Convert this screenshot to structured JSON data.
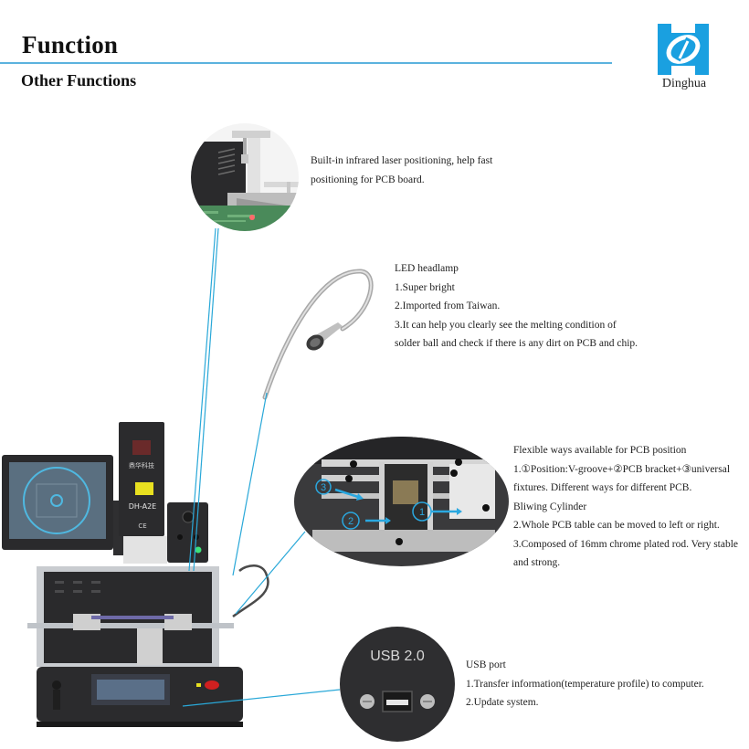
{
  "header": {
    "title": "Function",
    "subtitle": "Other Functions",
    "rule_color": "#5bb2de"
  },
  "logo": {
    "icon": "dinghua-logo-icon",
    "name": "Dinghua",
    "color": "#1aa0e0"
  },
  "machine": {
    "model_label": "DH-A2E",
    "brand_cn": "鼎华科技",
    "ce_mark": "CE"
  },
  "features": [
    {
      "id": "laser",
      "image": "infrared-laser-closeup",
      "lines": [
        "Built-in infrared laser positioning, help fast",
        "positioning for PCB board."
      ]
    },
    {
      "id": "headlamp",
      "image": "led-headlamp-gooseneck",
      "lines": [
        "LED headlamp",
        "1.Super bright",
        "2.Imported from Taiwan.",
        "3.It can help you clearly see the melting condition of",
        "solder ball and check if there is any dirt on PCB and chip."
      ]
    },
    {
      "id": "pcb-position",
      "image": "pcb-fixture-closeup",
      "markers": [
        "①",
        "②",
        "③"
      ],
      "lines": [
        "Flexible ways available for PCB position",
        "1.①Position:V-groove+②PCB bracket+③universal",
        "fixtures. Different ways for different PCB.",
        "Bliwing Cylinder",
        "2.Whole PCB table can be moved to left or  right.",
        "3.Composed of 16mm chrome plated rod. Very stable",
        "and strong."
      ]
    },
    {
      "id": "usb",
      "image": "usb-port-closeup",
      "port_label": "USB 2.0",
      "lines": [
        "USB port",
        "1.Transfer information(temperature profile) to computer.",
        "2.Update system."
      ]
    }
  ],
  "colors": {
    "callout_line": "#29a8d8",
    "machine_body": "#2b2b2d",
    "metal": "#c9ccd0",
    "accent_yellow": "#e8e020",
    "led_green": "#3ee07a"
  }
}
